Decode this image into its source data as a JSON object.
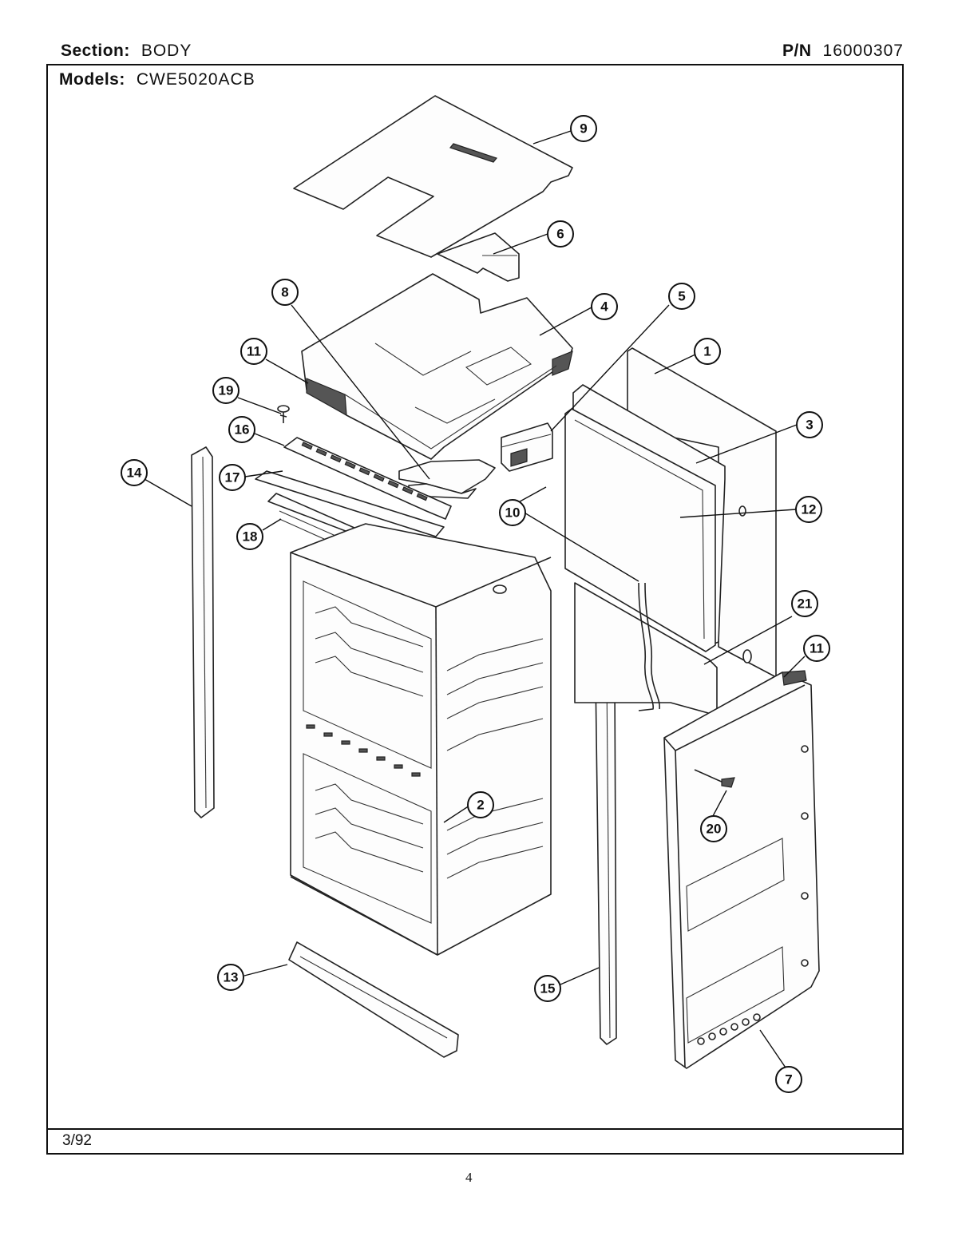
{
  "header": {
    "section_label": "Section:",
    "section_value": "BODY",
    "pn_label": "P/N",
    "pn_value": "16000307",
    "models_label": "Models:",
    "models_value": "CWE5020ACB"
  },
  "footer": {
    "date": "3/92",
    "page_number": "4"
  },
  "callouts": [
    "1",
    "2",
    "3",
    "4",
    "5",
    "6",
    "7",
    "8",
    "9",
    "10",
    "11",
    "11",
    "12",
    "13",
    "14",
    "15",
    "16",
    "17",
    "18",
    "19",
    "20",
    "21"
  ]
}
